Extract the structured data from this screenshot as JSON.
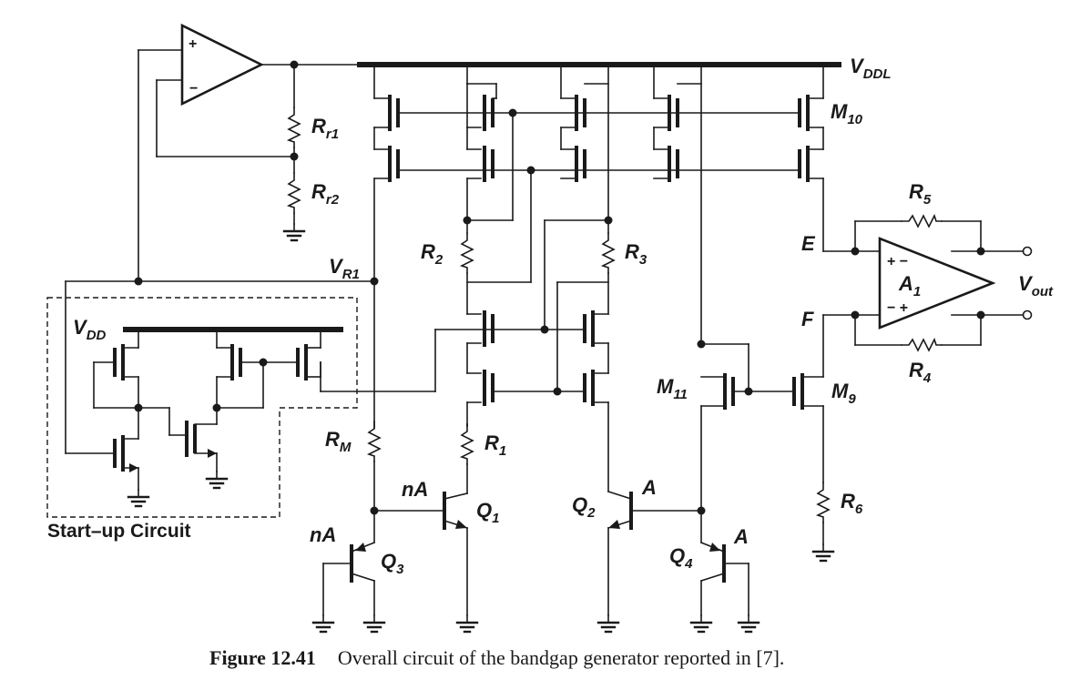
{
  "labels": {
    "vddl": "V",
    "vddl_sub": "DDL",
    "vdd": "V",
    "vdd_sub": "DD",
    "vr1": "V",
    "vr1_sub": "R1",
    "rr1": "R",
    "rr1_sub": "r1",
    "rr2": "R",
    "rr2_sub": "r2",
    "r1": "R",
    "r1_sub": "1",
    "r2": "R",
    "r2_sub": "2",
    "r3": "R",
    "r3_sub": "3",
    "r4": "R",
    "r4_sub": "4",
    "r5": "R",
    "r5_sub": "5",
    "r6": "R",
    "r6_sub": "6",
    "rm": "R",
    "rm_sub": "M",
    "m9": "M",
    "m9_sub": "9",
    "m10": "M",
    "m10_sub": "10",
    "m11": "M",
    "m11_sub": "11",
    "q1": "Q",
    "q1_sub": "1",
    "q2": "Q",
    "q2_sub": "2",
    "q3": "Q",
    "q3_sub": "3",
    "q4": "Q",
    "q4_sub": "4",
    "a1": "A",
    "a1_sub": "1",
    "vout": "V",
    "vout_sub": "out",
    "e_node": "E",
    "f_node": "F",
    "area_q1": "nA",
    "area_q3": "nA",
    "area_q2": "A",
    "area_q4": "A",
    "plus": "+",
    "minus": "−",
    "a1_top_signs": "+ −",
    "a1_bot_signs": "− +",
    "startup": "Start–up Circuit"
  },
  "caption": {
    "number": "Figure 12.41",
    "text": "Overall circuit of the bandgap generator reported in [7]."
  }
}
